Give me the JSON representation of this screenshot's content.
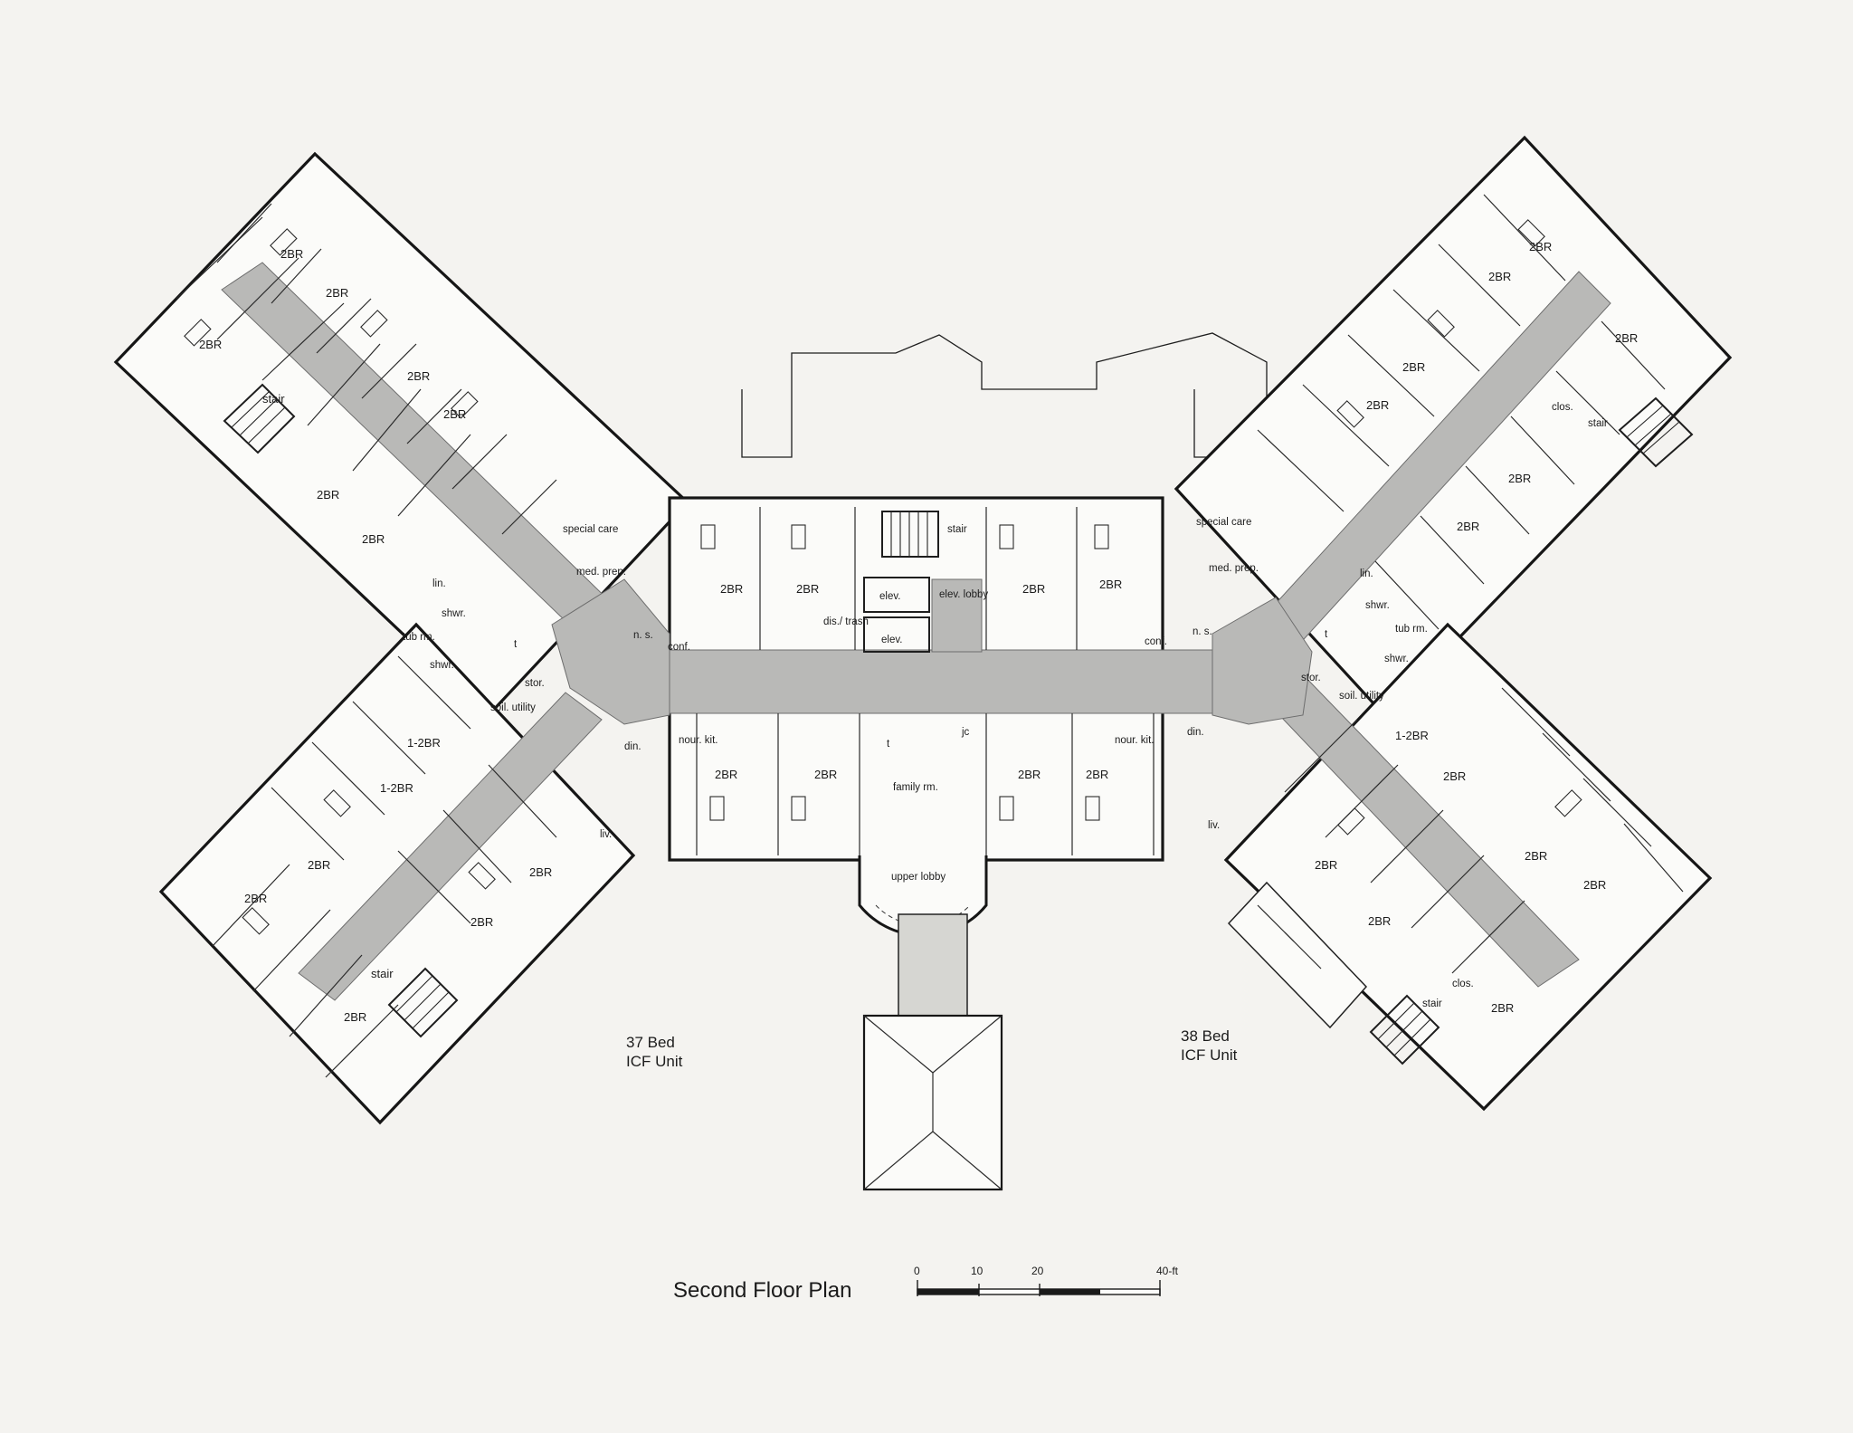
{
  "title": "Second Floor Plan",
  "scale_bar": {
    "ticks": [
      "0",
      "10",
      "20",
      "40-ft"
    ]
  },
  "units": {
    "left": [
      "37 Bed",
      "ICF Unit"
    ],
    "right": [
      "38 Bed",
      "ICF Unit"
    ]
  },
  "room_labels": {
    "left_wing": [
      "2BR",
      "2BR",
      "2BR",
      "2BR",
      "2BR",
      "2BR",
      "2BR",
      "stair",
      "lin.",
      "shwr.",
      "tub rm.",
      "shwr.",
      "soil. utility",
      "stor.",
      "t",
      "1-2BR",
      "1-2BR",
      "2BR",
      "2BR",
      "2BR",
      "2BR",
      "2BR",
      "stair",
      "special care",
      "med. prep.",
      "n. s.",
      "conf.",
      "din.",
      "nour. kit.",
      "liv."
    ],
    "center": [
      "stair",
      "elev.",
      "elev.",
      "elev. lobby",
      "dis./ trash",
      "2BR",
      "2BR",
      "2BR",
      "2BR",
      "2BR",
      "2BR",
      "2BR",
      "2BR",
      "t",
      "jc",
      "family rm.",
      "upper lobby",
      "nour. kit.",
      "din.",
      "liv."
    ],
    "right_wing": [
      "2BR",
      "2BR",
      "2BR",
      "2BR",
      "2BR",
      "2BR",
      "2BR",
      "clos.",
      "stair",
      "special care",
      "med. prep.",
      "conf.",
      "n. s.",
      "lin.",
      "shwr.",
      "tub rm.",
      "shwr.",
      "t",
      "stor.",
      "soil. utility",
      "1-2BR",
      "2BR",
      "2BR",
      "2BR",
      "2BR",
      "2BR",
      "2BR",
      "clos.",
      "stair"
    ]
  }
}
